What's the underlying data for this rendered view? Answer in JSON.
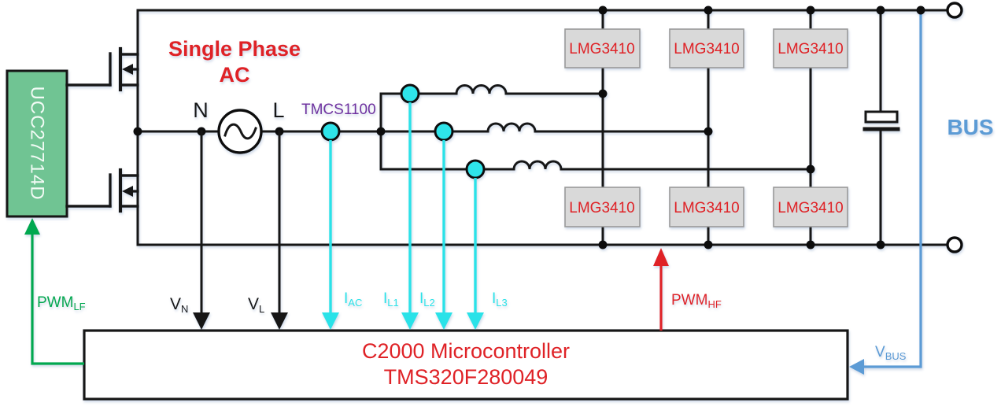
{
  "components": {
    "gate_driver": "UCC27714D",
    "ac_source_line1": "Single Phase",
    "ac_source_line2": "AC",
    "neutral": "N",
    "line": "L",
    "current_sensor": "TMCS1100",
    "gan_fet": "LMG3410",
    "bus": "BUS",
    "mcu_line1": "C2000 Microcontroller",
    "mcu_line2": "TMS320F280049"
  },
  "signals": {
    "pwm_lf": {
      "main": "PWM",
      "sub": "LF"
    },
    "v_n": {
      "main": "V",
      "sub": "N"
    },
    "v_l": {
      "main": "V",
      "sub": "L"
    },
    "i_ac": {
      "main": "I",
      "sub": "AC"
    },
    "i_l1": {
      "main": "I",
      "sub": "L1"
    },
    "i_l2": {
      "main": "I",
      "sub": "L2"
    },
    "i_l3": {
      "main": "I",
      "sub": "L3"
    },
    "pwm_hf": {
      "main": "PWM",
      "sub": "HF"
    },
    "v_bus": {
      "main": "V",
      "sub": "BUS"
    }
  },
  "colors": {
    "wire": "#161616",
    "driver_fill": "#6fc493",
    "signal_green": "#00a84f",
    "signal_red": "#df2127",
    "signal_cyan": "#29e2e8",
    "signal_blue": "#5b9bd5",
    "label_purple": "#7030a0",
    "gan_fill": "#d9d9d9"
  }
}
